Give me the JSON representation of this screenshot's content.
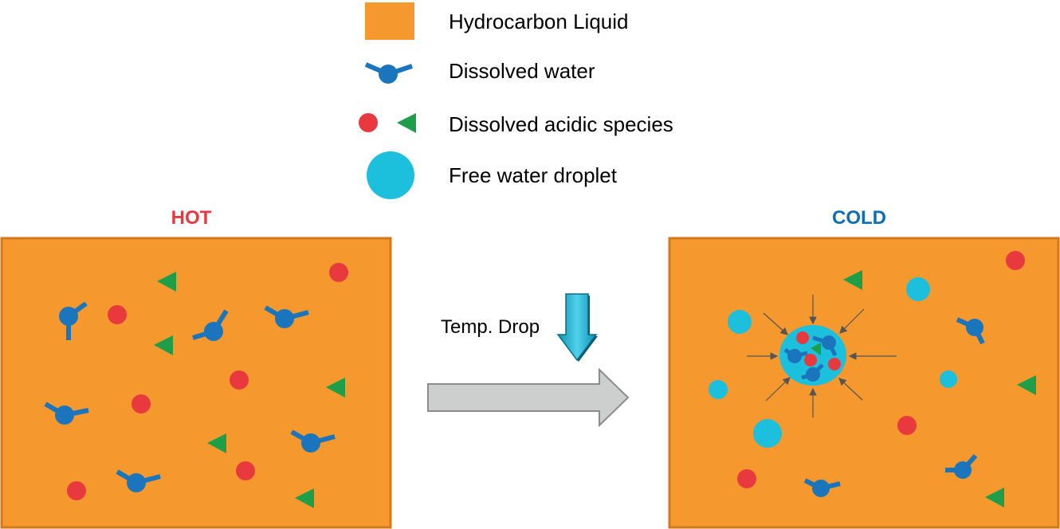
{
  "legend": {
    "hydrocarbon": "Hydrocarbon Liquid",
    "dissolved_water": "Dissolved water",
    "acidic": "Dissolved acidic species",
    "free_water": "Free water droplet"
  },
  "panels": {
    "hot_title": "HOT",
    "cold_title": "COLD"
  },
  "transition": {
    "label": "Temp. Drop"
  },
  "colors": {
    "hydrocarbon": "#f5982d",
    "hydrocarbon_border": "#d4781a",
    "dissolved_water": "#1b75bc",
    "acidic_red": "#e8393f",
    "acidic_green": "#1e9e48",
    "free_water": "#1cbfdc",
    "arrow_gray": "#cdcfce",
    "arrow_cyan": "#27b7d6",
    "hot": "#e8393f",
    "cold": "#0b6fb5"
  }
}
